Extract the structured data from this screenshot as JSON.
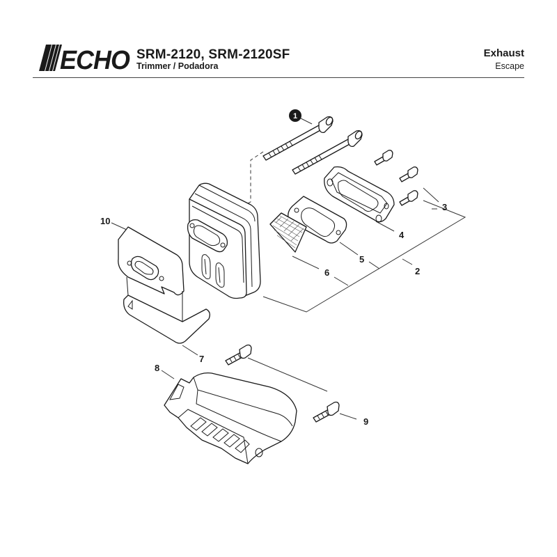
{
  "header": {
    "brand": "ECHO",
    "model": "SRM-2120, SRM-2120SF",
    "subtitle": "Trimmer / Podadora",
    "section_en": "Exhaust",
    "section_es": "Escape",
    "brand_color": "#1a1a1a"
  },
  "diagram": {
    "callouts": [
      "1",
      "2",
      "3",
      "4",
      "5",
      "6",
      "7",
      "8",
      "9",
      "10"
    ]
  }
}
